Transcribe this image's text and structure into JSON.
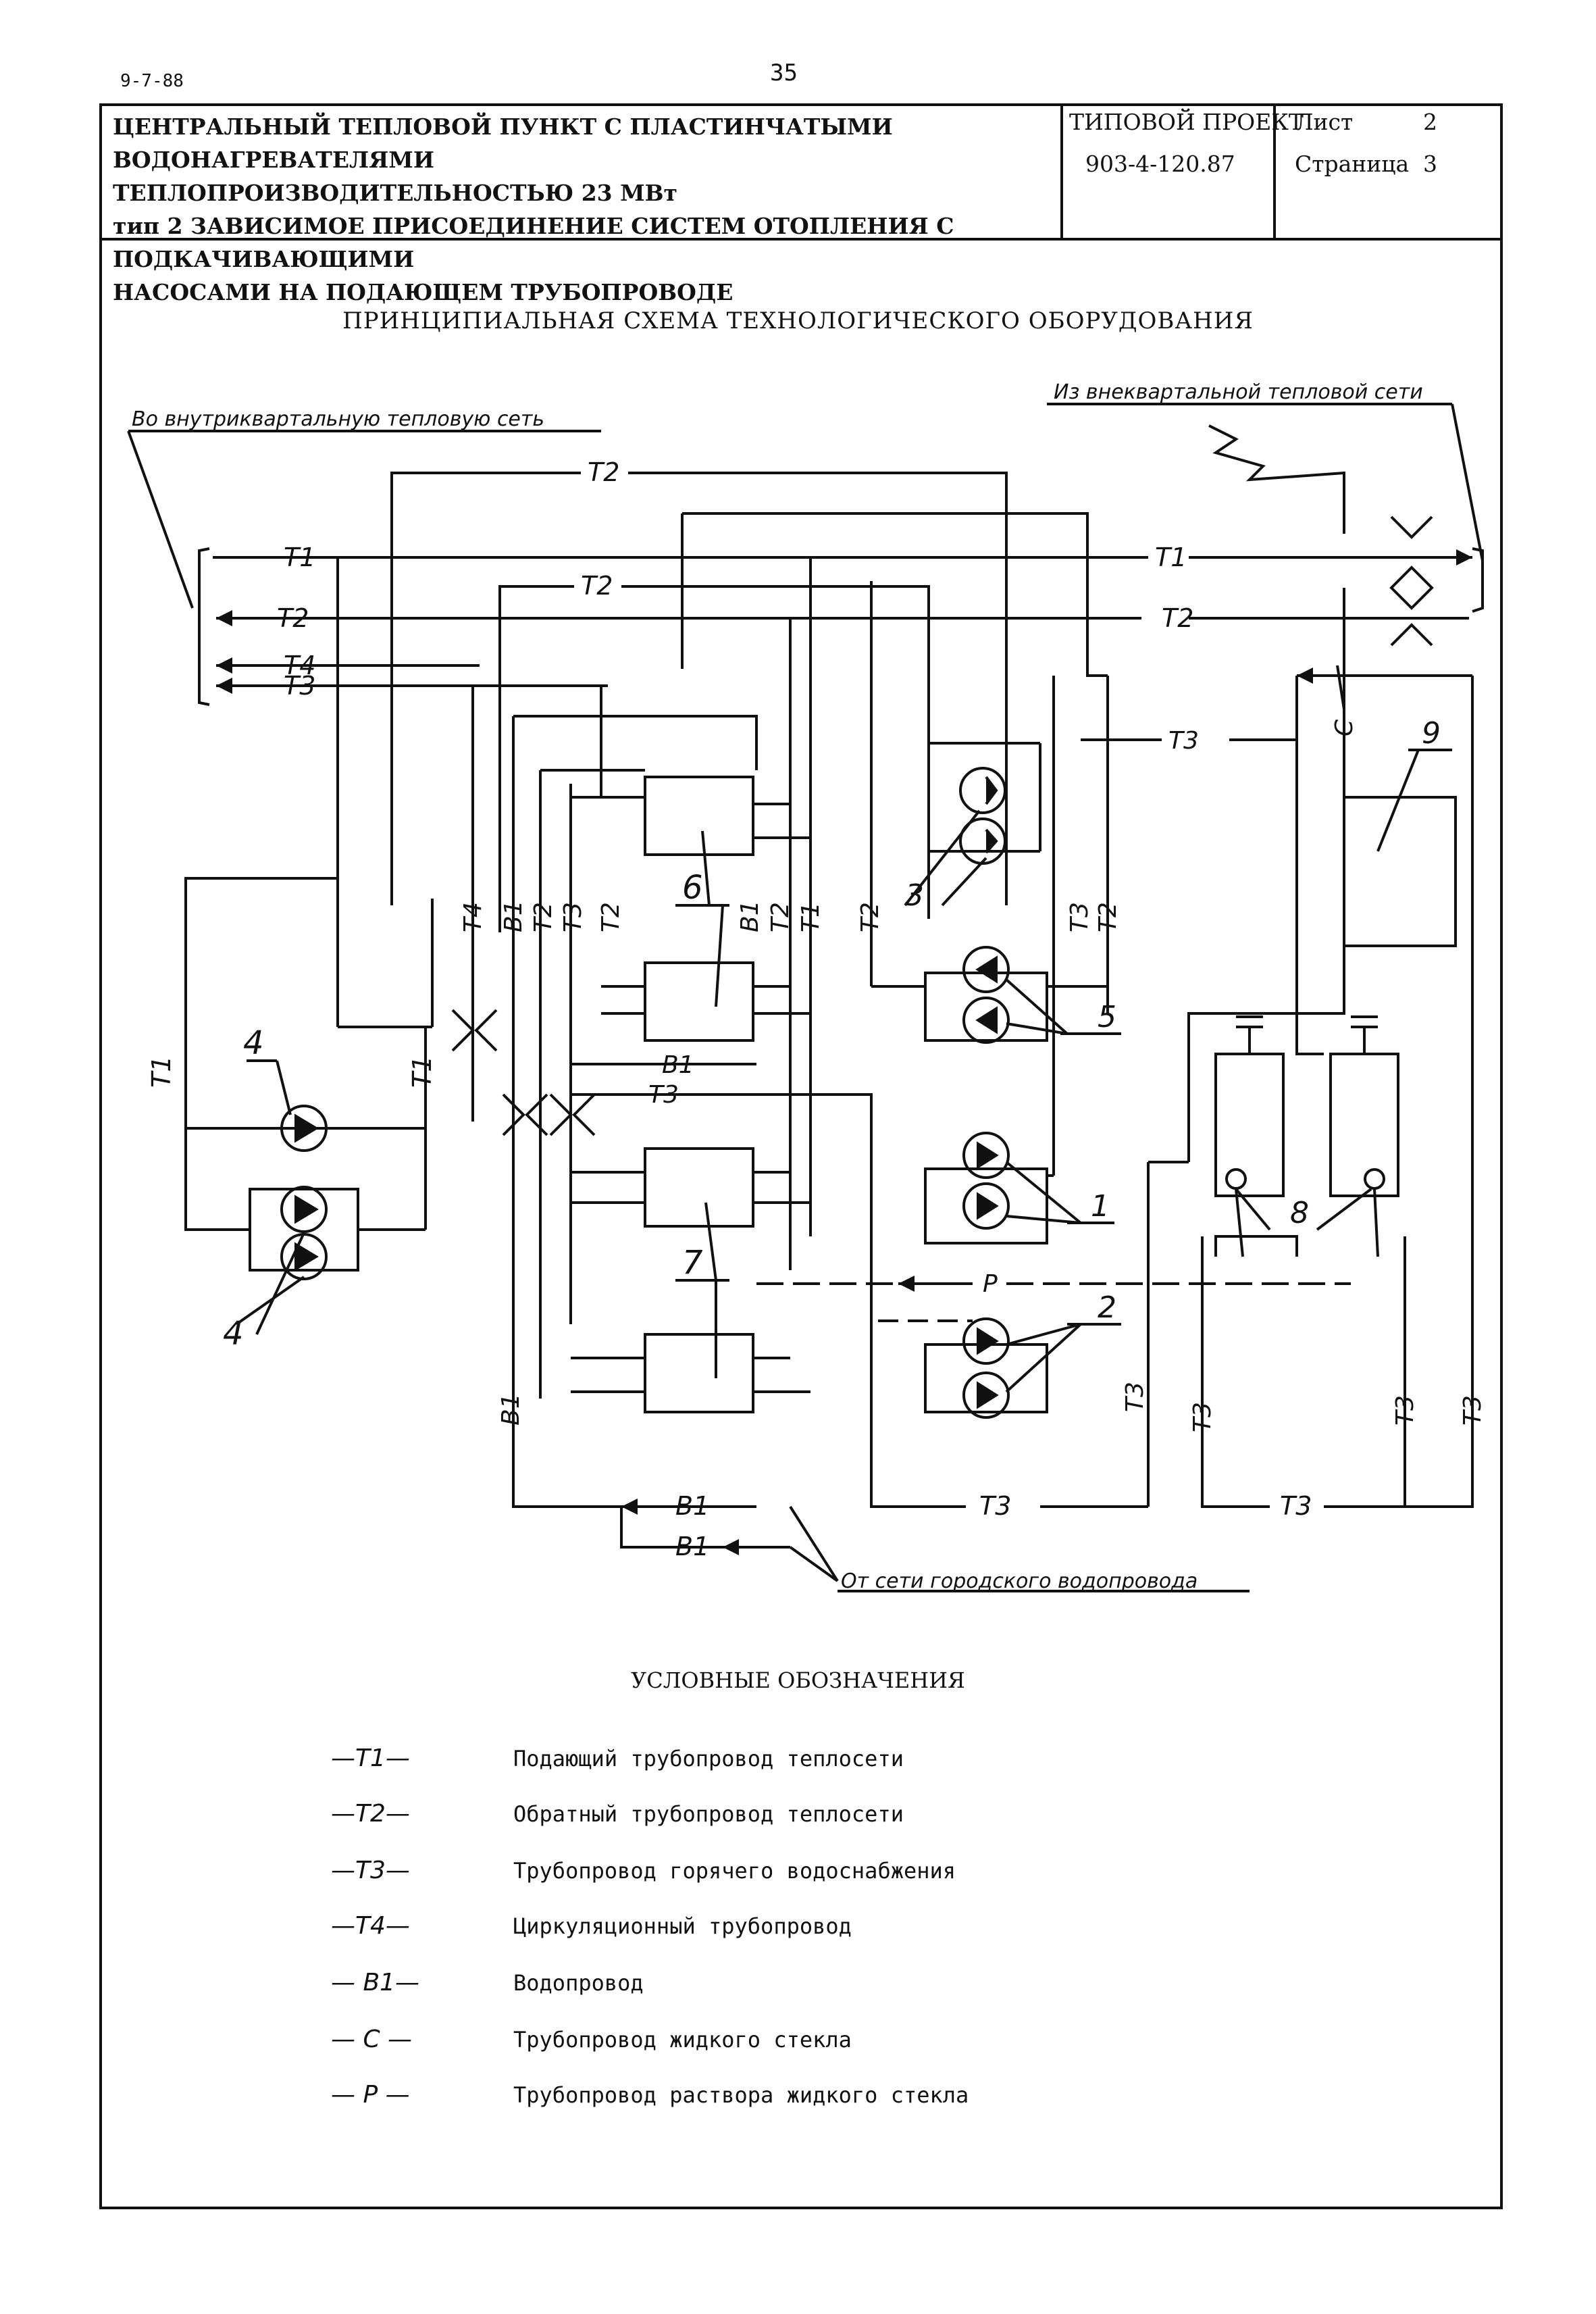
{
  "doc": {
    "code": "9-7-88",
    "page_number": "35",
    "title_lines": [
      "ЦЕНТРАЛЬНЫЙ ТЕПЛОВОЙ ПУНКТ С ПЛАСТИНЧАТЫМИ ВОДОНАГРЕВАТЕЛЯМИ",
      "ТЕПЛОПРОИЗВОДИТЕЛЬНОСТЬЮ 23 МВт",
      "тип 2 ЗАВИСИМОЕ ПРИСОЕДИНЕНИЕ СИСТЕМ ОТОПЛЕНИЯ С ПОДКАЧИВАЮЩИМИ",
      "НАСОСАМИ НА ПОДАЮЩЕМ ТРУБОПРОВОДЕ"
    ],
    "project_label": "ТИПОВОЙ ПРОЕКТ",
    "project_number": "903-4-120.87",
    "sheet_label": "Лист",
    "sheet_number": "2",
    "page_label": "Страница",
    "page_value": "3"
  },
  "diagram": {
    "title": "ПРИНЦИПИАЛЬНАЯ СХЕМА ТЕХНОЛОГИЧЕСКОГО ОБОРУДОВАНИЯ",
    "to_network_label": "Во внутриквартальную тепловую сеть",
    "from_network_label": "Из внеквартальной тепловой сети",
    "water_supply_label": "От сети городского водопровода",
    "pipe_labels": {
      "t1": "T1",
      "t2": "T2",
      "t3": "T3",
      "t4": "T4",
      "b1": "B1",
      "c": "C",
      "p": "P"
    },
    "item_numbers": {
      "n1": "1",
      "n2": "2",
      "n3": "3",
      "n4": "4",
      "n5": "5",
      "n6": "6",
      "n7": "7",
      "n8": "8",
      "n9": "9"
    }
  },
  "legend": {
    "title": "УСЛОВНЫЕ ОБОЗНАЧЕНИЯ",
    "items": [
      {
        "symbol": "—T1—",
        "text": "Подающий трубопровод теплосети"
      },
      {
        "symbol": "—T2—",
        "text": "Обратный трубопровод теплосети"
      },
      {
        "symbol": "—T3—",
        "text": "Трубопровод горячего водоснабжения"
      },
      {
        "symbol": "—T4—",
        "text": "Циркуляционный трубопровод"
      },
      {
        "symbol": "— B1—",
        "text": "Водопровод"
      },
      {
        "symbol": "— C —",
        "text": "Трубопровод жидкого стекла"
      },
      {
        "symbol": "— P —",
        "text": "Трубопровод раствора жидкого стекла"
      }
    ]
  }
}
